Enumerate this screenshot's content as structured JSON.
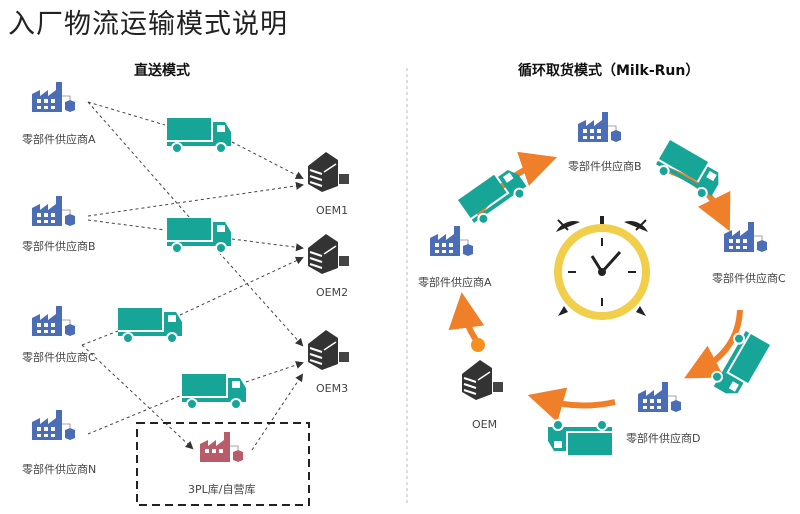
{
  "title": "入厂物流运输模式说明",
  "direct": {
    "heading": "直送模式",
    "suppliers": [
      "零部件供应商A",
      "零部件供应商B",
      "零部件供应商C",
      "零部件供应商N"
    ],
    "oems": [
      "OEM1",
      "OEM2",
      "OEM3"
    ],
    "warehouse": "3PL库/自营库"
  },
  "milkrun": {
    "heading": "循环取货模式（Milk-Run）",
    "suppliers": [
      "零部件供应商A",
      "零部件供应商B",
      "零部件供应商C",
      "零部件供应商D"
    ],
    "oem": "OEM"
  },
  "colors": {
    "factory": "#4a6db5",
    "warehouse_factory": "#b85c6a",
    "truck": "#17a598",
    "arrow": "#f07f2a",
    "clock_ring": "#f2cf4a",
    "building": "#333333"
  }
}
